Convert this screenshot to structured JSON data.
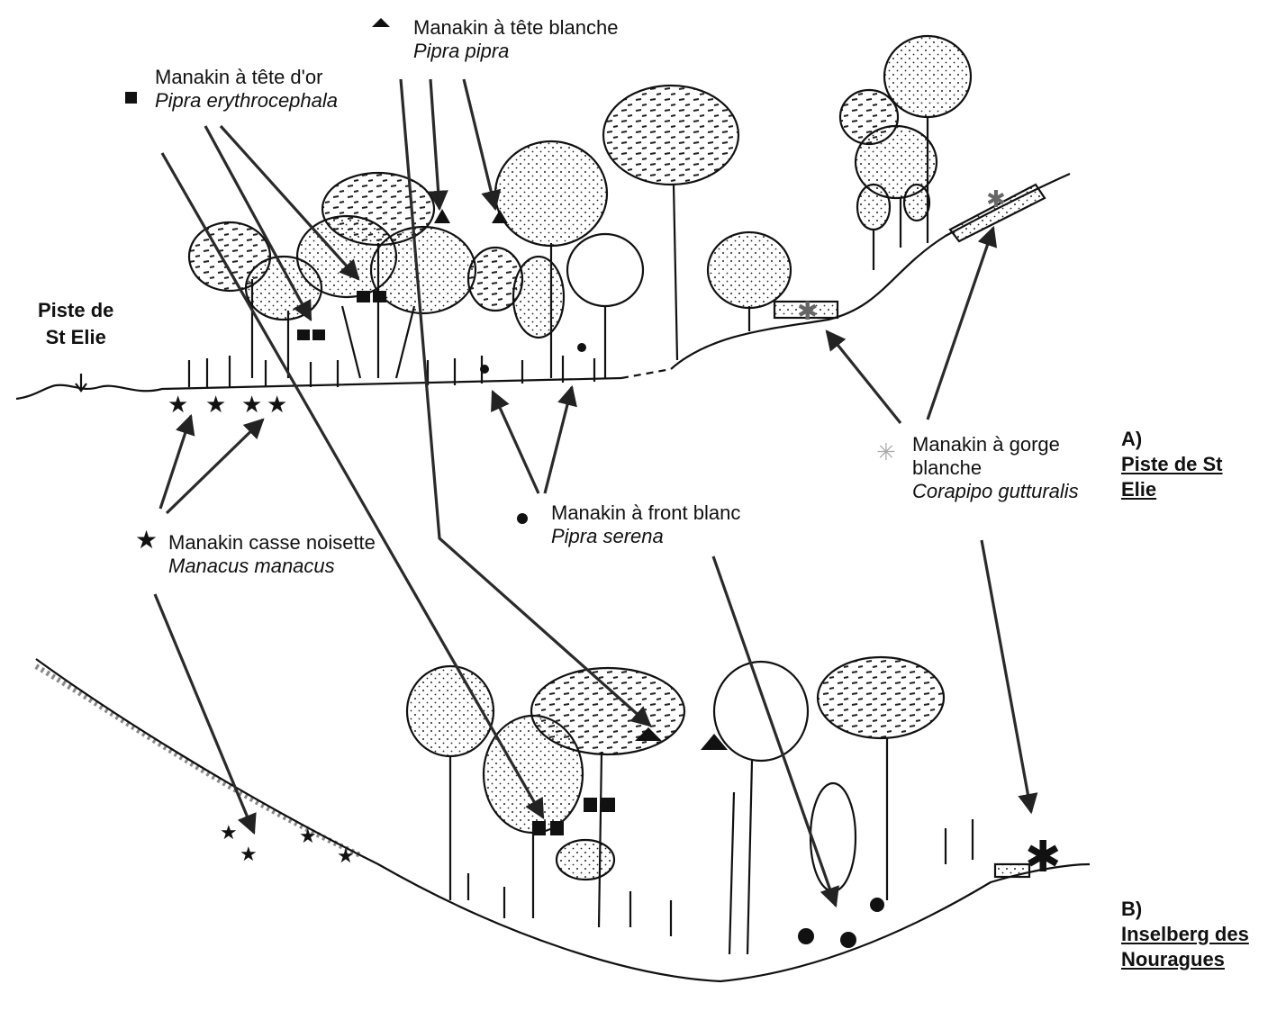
{
  "labels": {
    "piste_location": {
      "line1": "Piste de",
      "line2": "St Elie"
    },
    "section_a": {
      "letter": "A)",
      "line1": "Piste de St",
      "line2": "Elie"
    },
    "section_b": {
      "letter": "B)",
      "line1": "Inselberg des",
      "line2": "Nouragues"
    }
  },
  "species": [
    {
      "key": "tete_blanche",
      "common": "Manakin à tête blanche",
      "latin": "Pipra pipra",
      "symbol": "triangle"
    },
    {
      "key": "tete_or",
      "common": "Manakin à tête d'or",
      "latin": "Pipra erythrocephala",
      "symbol": "square"
    },
    {
      "key": "casse_noisette",
      "common": "Manakin casse noisette",
      "latin": "Manacus manacus",
      "symbol": "star"
    },
    {
      "key": "front_blanc",
      "common": "Manakin à front blanc",
      "latin": "Pipra serena",
      "symbol": "dot"
    },
    {
      "key": "gorge_blanche",
      "common": "Manakin à gorge blanche",
      "common_line1": "Manakin à gorge",
      "common_line2": "blanche",
      "latin": "Corapipo gutturalis",
      "symbol": "asterisk"
    }
  ],
  "colors": {
    "ink": "#111111",
    "paper": "#ffffff",
    "arrow": "#2a2a2a",
    "asterisk_light": "#aaaaaa"
  }
}
